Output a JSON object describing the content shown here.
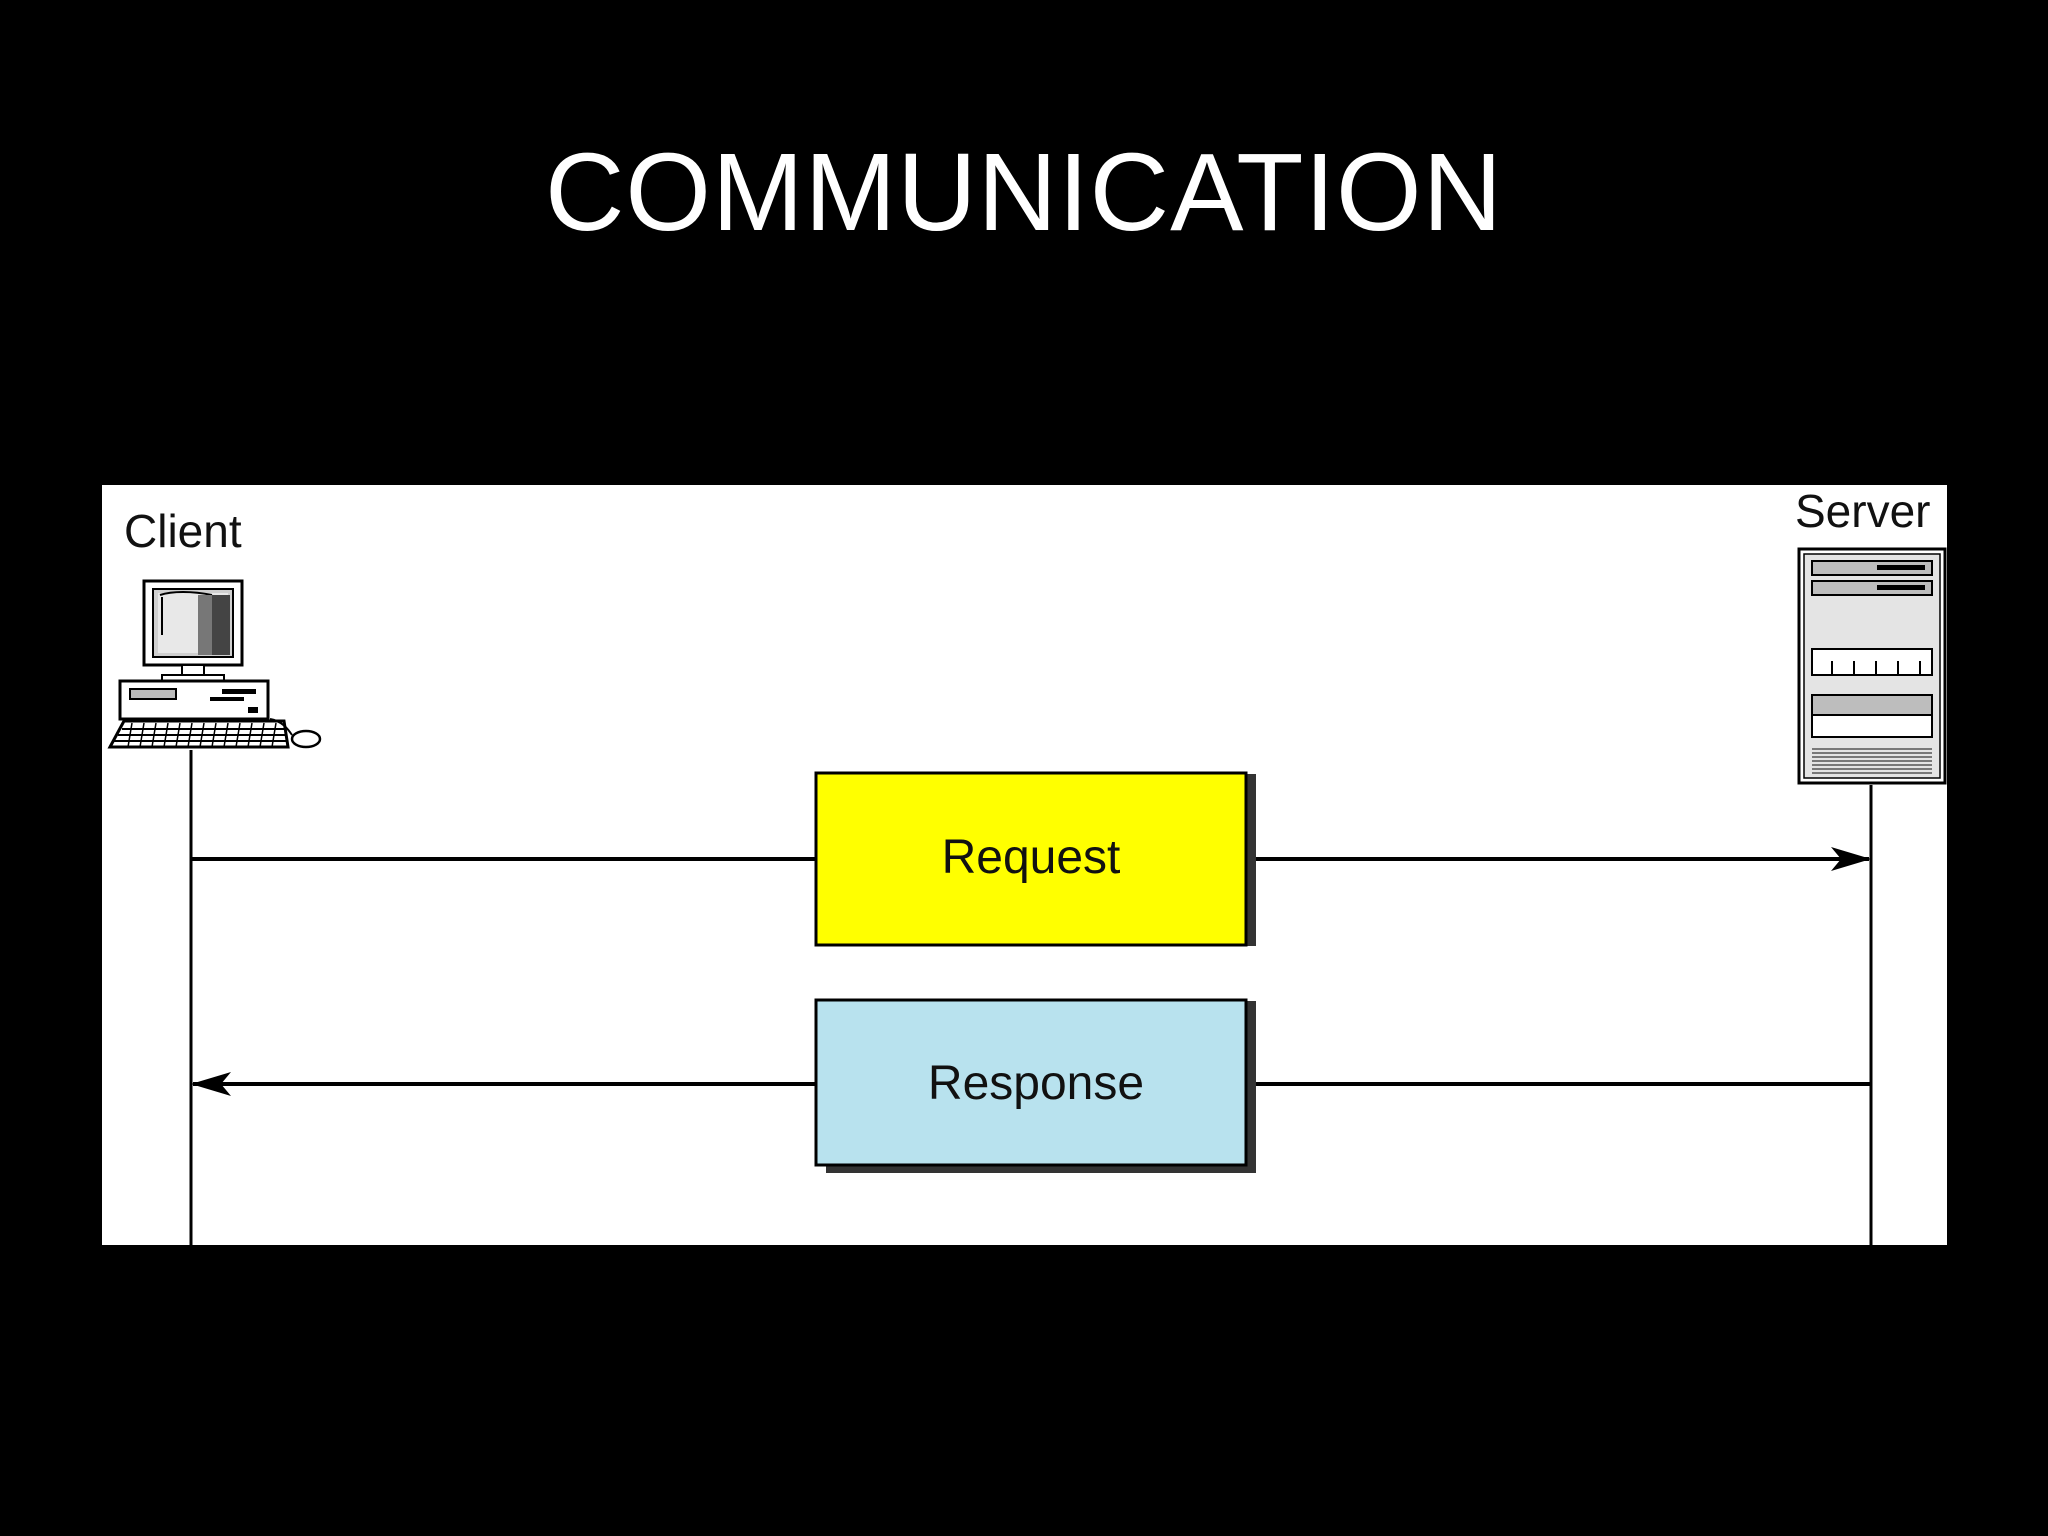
{
  "slide": {
    "title": "COMMUNICATION"
  },
  "diagram": {
    "client": {
      "label": "Client",
      "icon": "desktop-computer-icon"
    },
    "server": {
      "label": "Server",
      "icon": "server-tower-icon"
    },
    "messages": [
      {
        "label": "Request",
        "direction": "client-to-server",
        "color": "#ffff00"
      },
      {
        "label": "Response",
        "direction": "server-to-client",
        "color": "#b8e2ee"
      }
    ]
  },
  "colors": {
    "background": "#000000",
    "title": "#ffffff",
    "panel": "#ffffff",
    "line": "#000000",
    "box_shadow": "#333333"
  }
}
